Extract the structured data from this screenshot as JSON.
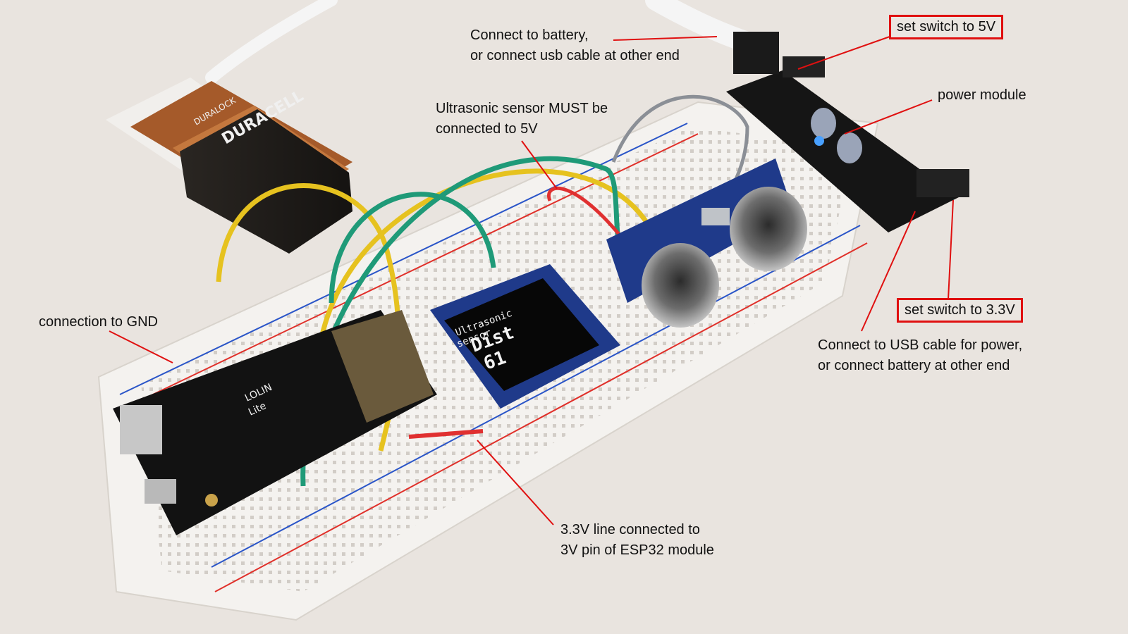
{
  "labels": {
    "battery_connect": [
      "Connect to battery,",
      "or connect usb cable at other end"
    ],
    "set_5v": "set switch to 5V",
    "power_module": "power module",
    "ultrasonic_note": [
      "Ultrasonic sensor MUST be",
      "connected to 5V"
    ],
    "gnd": "connection to GND",
    "set_33v": "set switch to 3.3V",
    "usb_connect": [
      "Connect to USB cable for power,",
      "or connect battery at other end"
    ],
    "line_33v": [
      "3.3V line connected to",
      "3V pin of ESP32 module"
    ]
  },
  "oled": {
    "line1": "Ultrasonic",
    "line2": "sensor",
    "dist_label": "Dist",
    "dist_value": "61"
  },
  "battery": {
    "brand": "DURACELL",
    "sub": "DURALOCK"
  },
  "esp32_board": {
    "name": "LOLIN",
    "model": "Lite"
  },
  "colors": {
    "annotation": "#e01010",
    "breadboard": "#f4f2ef",
    "rail_red": "#e0302a",
    "rail_blue": "#2a55c8"
  }
}
